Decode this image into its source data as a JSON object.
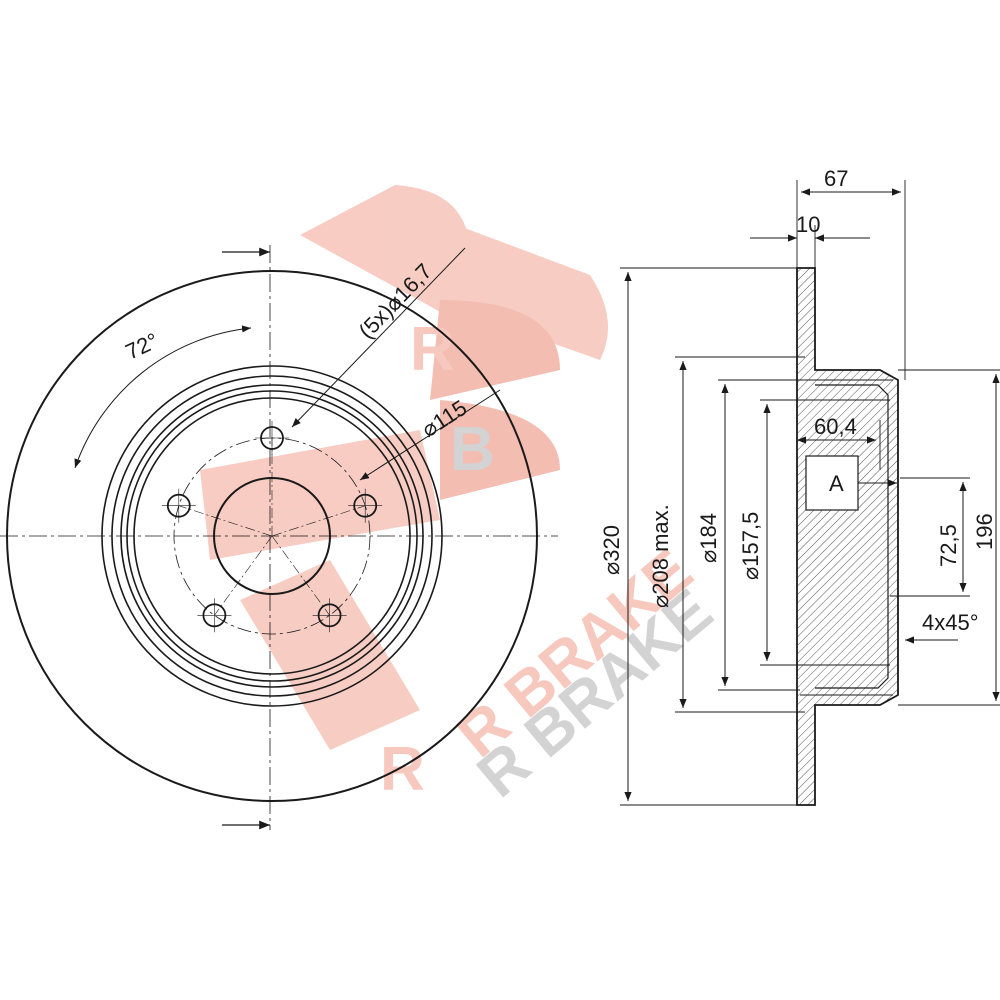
{
  "watermark": {
    "logo_letters": [
      "R",
      "B",
      "R"
    ],
    "brand_text": "R BRAKE",
    "color": "#f6c3b8",
    "shadow_color": "#c9c9c9"
  },
  "colors": {
    "line": "#1a1a1a",
    "background": "#ffffff"
  },
  "front_view": {
    "angle_label": "72°",
    "hole_label": "(5x)⌀16,7",
    "pcd_label": "⌀115",
    "holes": 5
  },
  "side_view": {
    "dim_overall_width": "67",
    "dim_disc_thickness": "10",
    "dim_hub_depth": "60,4",
    "datum_label": "A",
    "dim_diameter_320": "⌀320",
    "dim_diameter_208": "⌀208 max.",
    "dim_diameter_184": "⌀184",
    "dim_diameter_157": "⌀157,5",
    "dim_72_5": "72,5",
    "dim_196": "196",
    "chamfer_label": "4x45°"
  }
}
